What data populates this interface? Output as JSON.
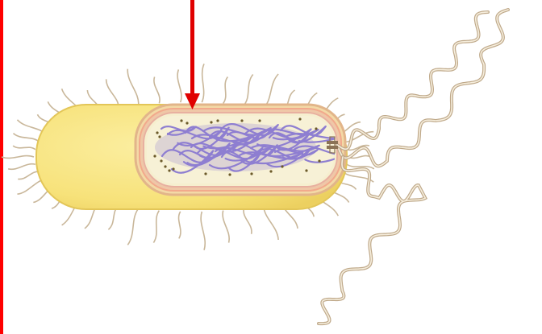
{
  "diagram": {
    "subject": "bacterial-cell",
    "colors": {
      "frame_border": "#ff0000",
      "pointer_arrow": "#e00000",
      "capsule_fill": "#f7e27a",
      "capsule_edge": "#e8c84a",
      "cell_wall": "#e7b98c",
      "membrane": "#f4b59a",
      "cytoplasm": "#f6efcf",
      "nucleoid": "#8e7ed1",
      "pili": "#c9b79a",
      "flagella": "#bfa98a",
      "ribosomes": "#6b5a2a"
    },
    "parts": [
      "capsule",
      "cell-wall",
      "plasma-membrane",
      "cytoplasm",
      "nucleoid",
      "ribosomes",
      "pili",
      "flagella",
      "basal-body"
    ]
  }
}
